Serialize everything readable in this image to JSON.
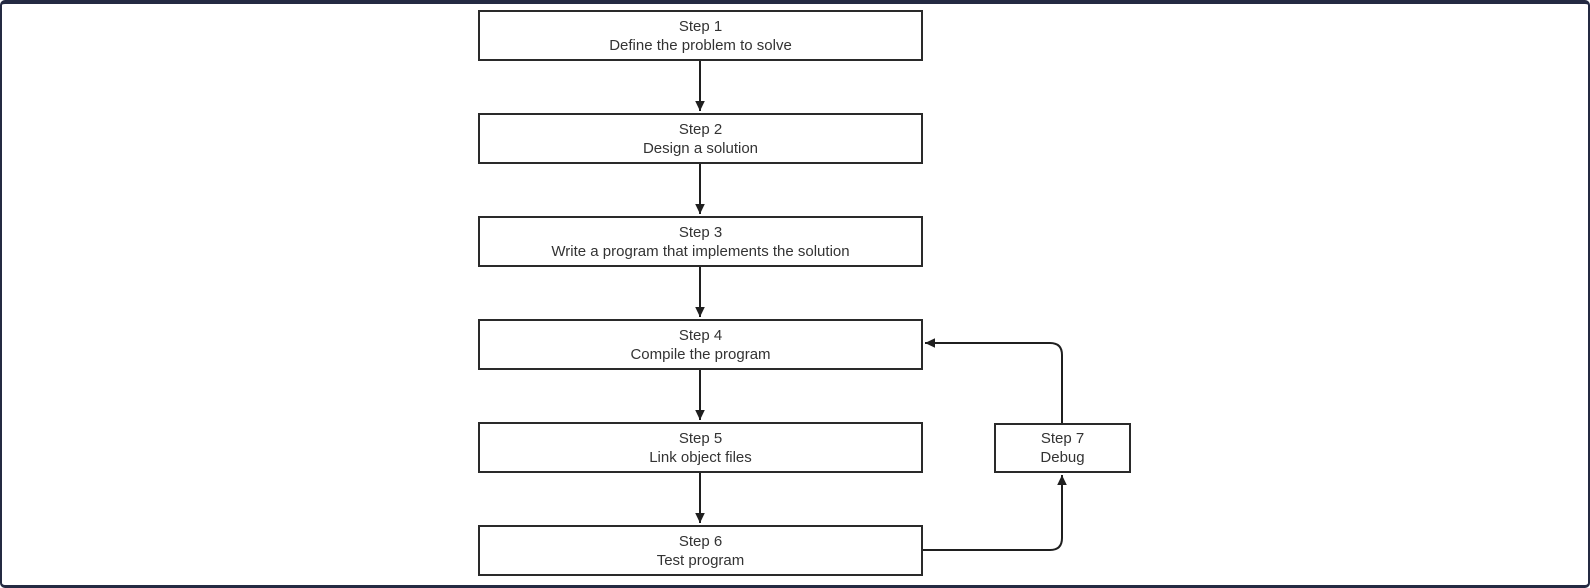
{
  "frame": {
    "background": "#ffffff",
    "border_color": "#242a42"
  },
  "diagram": {
    "type": "flowchart",
    "nodes": [
      {
        "title": "Step 1",
        "label": "Define the problem to solve"
      },
      {
        "title": "Step 2",
        "label": "Design a solution"
      },
      {
        "title": "Step 3",
        "label": "Write a program that implements the solution"
      },
      {
        "title": "Step 4",
        "label": "Compile the program"
      },
      {
        "title": "Step 5",
        "label": "Link object files"
      },
      {
        "title": "Step 6",
        "label": "Test program"
      },
      {
        "title": "Step 7",
        "label": "Debug"
      }
    ],
    "edges": [
      {
        "from": "Step 1",
        "to": "Step 2"
      },
      {
        "from": "Step 2",
        "to": "Step 3"
      },
      {
        "from": "Step 3",
        "to": "Step 4"
      },
      {
        "from": "Step 4",
        "to": "Step 5"
      },
      {
        "from": "Step 5",
        "to": "Step 6"
      },
      {
        "from": "Step 6",
        "to": "Step 7"
      },
      {
        "from": "Step 7",
        "to": "Step 4"
      }
    ],
    "colors": {
      "node_fill": "#ffffff",
      "node_border": "#2a2a2a",
      "text": "#333333",
      "connector": "#1f1f1f"
    }
  }
}
